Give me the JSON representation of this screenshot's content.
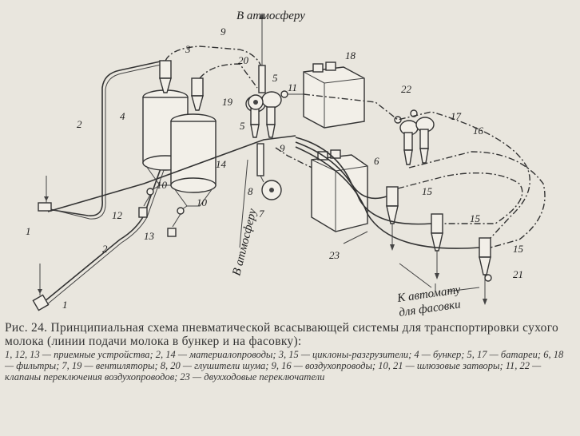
{
  "labels": {
    "atmosphere_top": "В атмосферу",
    "atmosphere_side": "В атмосферу",
    "to_automat_1": "К автомату",
    "to_automat_2": "для фасовки",
    "n1a": "1",
    "n1b": "1",
    "n2a": "2",
    "n2b": "2",
    "n3": "3",
    "n4": "4",
    "n5a": "5",
    "n5b": "5",
    "n6": "6",
    "n7": "7",
    "n8": "8",
    "n9a": "9",
    "n9b": "9",
    "n10a": "10",
    "n10b": "10",
    "n11": "11",
    "n12": "12",
    "n13": "13",
    "n14": "14",
    "n15a": "15",
    "n15b": "15",
    "n15c": "15",
    "n16": "16",
    "n17": "17",
    "n18": "18",
    "n19": "19",
    "n20": "20",
    "n21": "21",
    "n22": "22",
    "n23": "23"
  },
  "caption": {
    "title": "Рис. 24. Принципиальная схема пневматической всасывающей системы для транспортировки сухого молока (линии подачи молока в бункер и на фасовку):",
    "legend": "1, 12, 13 — приемные устройства; 2, 14 — материалопроводы; 3, 15 — циклоны-разгрузители; 4 — бункер; 5, 17 — батареи; 6, 18 — фильтры; 7, 19 — вентиляторы; 8, 20 — глушители шума; 9, 16 — воздухопроводы; 10, 21 — шлюзовые затворы; 11, 22 — клапаны переключения воздухопроводов; 23 — двухходовые переключатели"
  }
}
